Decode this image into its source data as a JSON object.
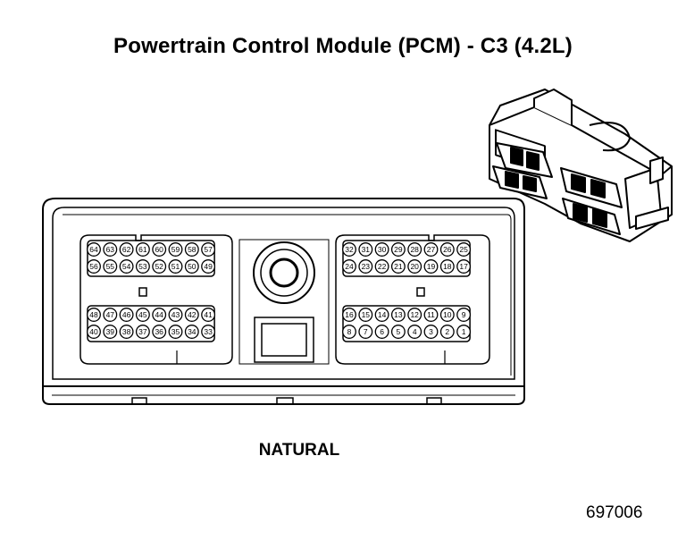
{
  "title": "Powertrain Control Module (PCM) - C3 (4.2L)",
  "color_label": "NATURAL",
  "figure_number": "697006",
  "pin_groups": [
    {
      "name": "upper-left",
      "rows": [
        [
          "64",
          "63",
          "62",
          "61",
          "60",
          "59",
          "58",
          "57"
        ],
        [
          "56",
          "55",
          "54",
          "53",
          "52",
          "51",
          "50",
          "49"
        ]
      ]
    },
    {
      "name": "lower-left",
      "rows": [
        [
          "48",
          "47",
          "46",
          "45",
          "44",
          "43",
          "42",
          "41"
        ],
        [
          "40",
          "39",
          "38",
          "37",
          "36",
          "35",
          "34",
          "33"
        ]
      ]
    },
    {
      "name": "upper-right",
      "rows": [
        [
          "32",
          "31",
          "30",
          "29",
          "28",
          "27",
          "26",
          "25"
        ],
        [
          "24",
          "23",
          "22",
          "21",
          "20",
          "19",
          "18",
          "17"
        ]
      ]
    },
    {
      "name": "lower-right",
      "rows": [
        [
          "16",
          "15",
          "14",
          "13",
          "12",
          "11",
          "10",
          "9"
        ],
        [
          "8",
          "7",
          "6",
          "5",
          "4",
          "3",
          "2",
          "1"
        ]
      ]
    }
  ]
}
